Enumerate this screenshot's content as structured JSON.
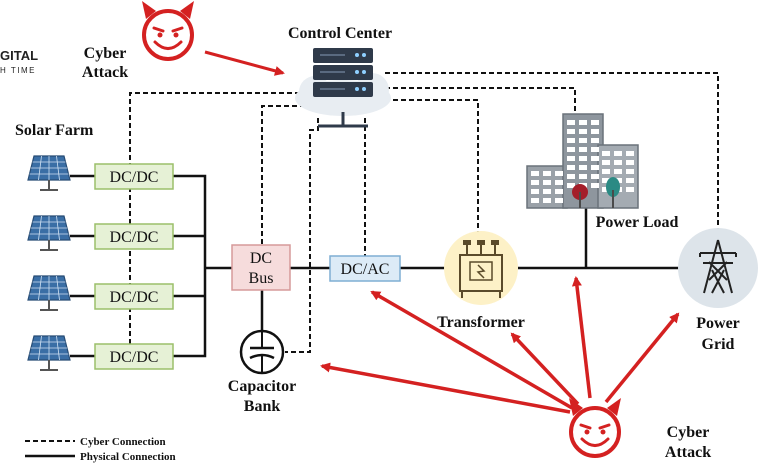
{
  "watermark": {
    "line1": "GITAL",
    "line2": "H TIME"
  },
  "labels": {
    "control_center": "Control Center",
    "solar_farm": "Solar Farm",
    "cyber_attack_top_line1": "Cyber",
    "cyber_attack_top_line2": "Attack",
    "cyber_attack_bottom_line1": "Cyber",
    "cyber_attack_bottom_line2": "Attack",
    "power_load": "Power Load",
    "transformer": "Transformer",
    "power_grid_line1": "Power",
    "power_grid_line2": "Grid",
    "capacitor_line1": "Capacitor",
    "capacitor_line2": "Bank"
  },
  "boxes": {
    "dcdc": [
      "DC/DC",
      "DC/DC",
      "DC/DC",
      "DC/DC"
    ],
    "dc_bus_line1": "DC",
    "dc_bus_line2": "Bus",
    "dcac": "DC/AC"
  },
  "legend": {
    "cyber": "Cyber Connection",
    "physical": "Physical Connection"
  },
  "colors": {
    "attack_red": "#d42121",
    "dcdc_fill": "#e6f1d6",
    "dcdc_stroke": "#9bbf6a",
    "dcbus_fill": "#f6dcdc",
    "dcbus_stroke": "#d69a9a",
    "dcac_fill": "#dcebf7",
    "dcac_stroke": "#7eaed3",
    "transformer_bg": "#fdf1c7",
    "grid_bg": "#dde4ea",
    "building": "#8e969e"
  },
  "icons": [
    "devil-face-icon",
    "server-cloud-icon",
    "solar-panel-icon",
    "building-icon",
    "transformer-icon",
    "transmission-tower-icon",
    "capacitor-icon"
  ]
}
